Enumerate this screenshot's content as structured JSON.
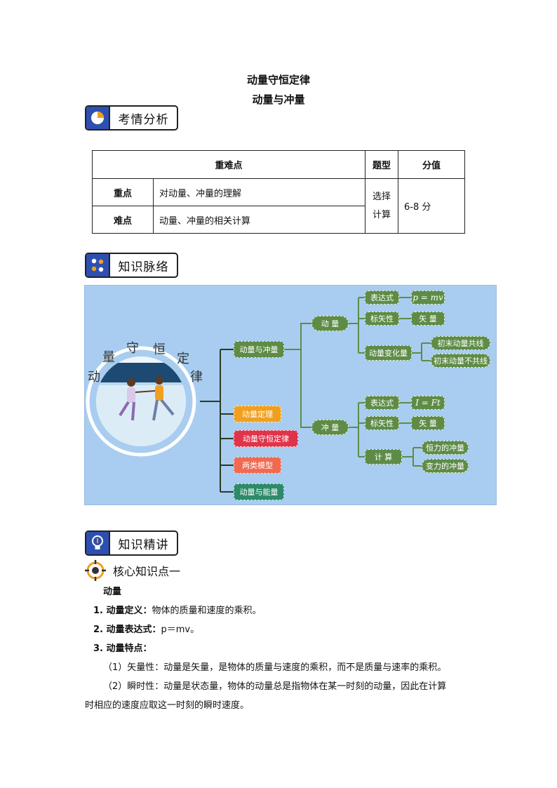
{
  "title": "动量守恒定律",
  "subtitle": "动量与冲量",
  "sections": {
    "analysis": "考情分析",
    "knowledge_map": "知识脉络",
    "knowledge_detail": "知识精讲"
  },
  "table": {
    "headers": [
      "重难点",
      "题型",
      "分值"
    ],
    "rows": [
      {
        "label": "重点",
        "content": "对动量、冲量的理解"
      },
      {
        "label": "难点",
        "content": "动量、冲量的相关计算"
      }
    ],
    "type_line1": "选择",
    "type_line2": "计算",
    "score": "6-8 分"
  },
  "mindmap": {
    "arc_title": [
      "动",
      "量",
      "守",
      "恒",
      "定",
      "律"
    ],
    "main_nodes": [
      "动量与冲量",
      "动量定理",
      "动量守恒定律",
      "两类模型",
      "动量与能量"
    ],
    "momentum": {
      "label": "动 量",
      "expr_label": "表达式",
      "expr_formula": "p = mv",
      "vector_label": "标矢性",
      "vector_value": "矢 量",
      "change_label": "动量变化量",
      "change_a": "初末动量共线",
      "change_b": "初末动量不共线"
    },
    "impulse": {
      "label": "冲 量",
      "expr_label": "表达式",
      "expr_formula": "I = Ft",
      "vector_label": "标矢性",
      "vector_value": "矢 量",
      "calc_label": "计 算",
      "calc_a": "恒力的冲量",
      "calc_b": "变力的冲量"
    }
  },
  "core_point": "核心知识点一",
  "content": {
    "heading": "动量",
    "p1_label": "1. 动量定义：",
    "p1_text": "物体的质量和速度的乘积。",
    "p2_label": "2. 动量表达式：",
    "p2_text": "p＝mv。",
    "p3_label": "3. 动量特点：",
    "p4": "（1）矢量性：动量是矢量，是物体的质量与速度的乘积，而不是质量与速率的乘积。",
    "p5a": "（2）瞬时性：动量是状态量，物体的动量总是指物体在某一时刻的动量，因此在计算",
    "p5b": "时相应的速度应取这一时刻的瞬时速度。"
  },
  "colors": {
    "section_icon": "#2d4fb2",
    "mindmap_bg": "#a8cdf0",
    "node_green": "#5e8c47",
    "node_orange": "#f0a020",
    "node_red": "#e0344a",
    "node_coral": "#f06a52",
    "node_teal": "#2d8a6a"
  }
}
